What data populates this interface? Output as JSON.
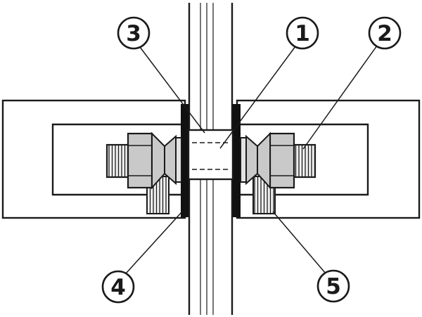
{
  "colors": {
    "line": "#1a1a1a",
    "metal_fill": "#c9c9c9",
    "gasket_fill": "#111111",
    "background": "#ffffff"
  },
  "diagram": {
    "kind": "technical-assembly-cross-section",
    "callouts": [
      {
        "label": "3"
      },
      {
        "label": "1"
      },
      {
        "label": "2"
      },
      {
        "label": "4"
      },
      {
        "label": "5"
      }
    ]
  }
}
